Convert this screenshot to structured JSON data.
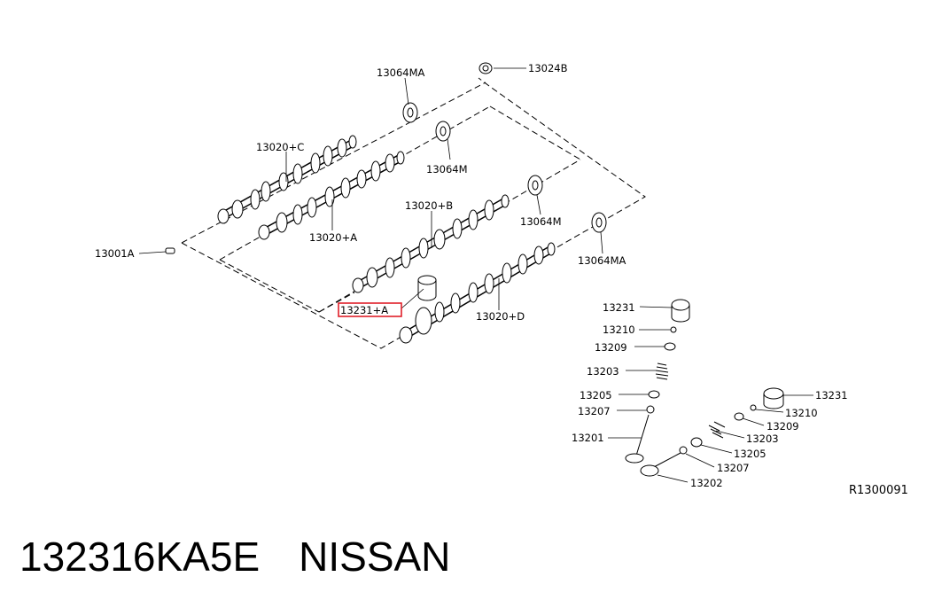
{
  "diagram": {
    "highlight_color": "#e0202a",
    "labels": {
      "p13064MA_top": "13064MA",
      "p13024B": "13024B",
      "p13020C": "13020+C",
      "p13064M_1": "13064M",
      "p13020A": "13020+A",
      "p13001A": "13001A",
      "p13020B": "13020+B",
      "p13064M_2": "13064M",
      "p13064MA_right": "13064MA",
      "p13231A": "13231+A",
      "p13020D": "13020+D",
      "p13231_1": "13231",
      "p13210_1": "13210",
      "p13209_1": "13209",
      "p13203_1": "13203",
      "p13205_1": "13205",
      "p13207_1": "13207",
      "p13201": "13201",
      "p13231_2": "13231",
      "p13210_2": "13210",
      "p13209_2": "13209",
      "p13203_2": "13203",
      "p13205_2": "13205",
      "p13207_2": "13207",
      "p13202": "13202",
      "ref_code": "R1300091"
    }
  },
  "footer": {
    "part_number": "132316KA5E",
    "brand": "NISSAN"
  }
}
